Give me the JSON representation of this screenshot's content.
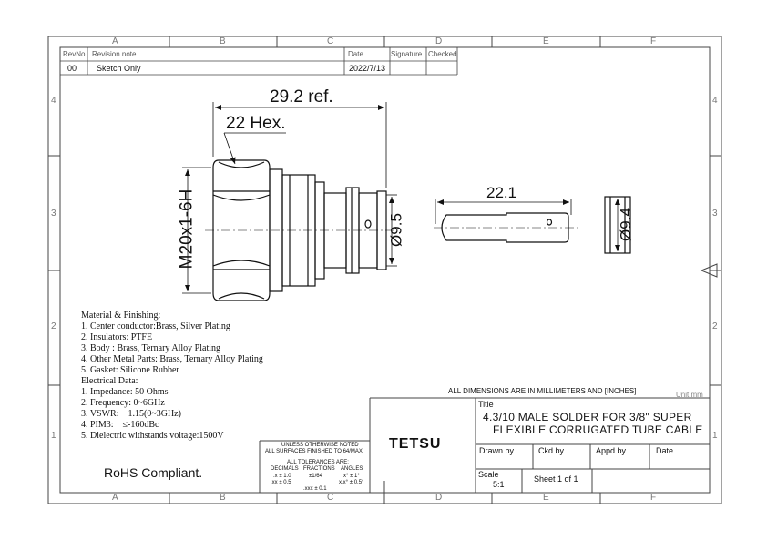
{
  "border": {
    "columns_top": [
      "A",
      "B",
      "C",
      "D",
      "E",
      "F"
    ],
    "columns_bottom": [
      "A",
      "B",
      "C",
      "D",
      "E",
      "F"
    ],
    "rows_left": [
      "4",
      "3",
      "2",
      "1"
    ],
    "rows_right": [
      "4",
      "3",
      "2",
      "1"
    ]
  },
  "revision_table": {
    "headers": {
      "rev_no": "RevNo",
      "note": "Revision note",
      "date": "Date",
      "signature": "Signature",
      "checked": "Checked"
    },
    "row": {
      "rev_no": "00",
      "note": "Sketch Only",
      "date": "2022/7/13",
      "signature": "",
      "checked": ""
    }
  },
  "dimensions": {
    "overall_length": "29.2 ref.",
    "hex": "22 Hex.",
    "thread": "M20x1-6H",
    "body_dia": "Ø9.5",
    "pin_length": "22.1",
    "ferrule_dia": "Ø9.4"
  },
  "specs": {
    "material_heading": "Material & Finishing:",
    "materials": [
      "1. Center conductor:Brass, Silver Plating",
      "2. Insulators: PTFE",
      "3. Body : Brass, Ternary Alloy Plating",
      "4. Other Metal Parts: Brass, Ternary Alloy Plating",
      "5. Gasket: Silicone Rubber"
    ],
    "electrical_heading": "Electrical Data:",
    "electrical": [
      "1. Impedance: 50 Ohms",
      "2. Frequency: 0~6GHz",
      "3. VSWR:    1.15(0~3GHz)",
      "4. PIM3:    ≤-160dBc",
      "5. Dielectric withstands voltage:1500V"
    ]
  },
  "rohs": "RoHS Compliant.",
  "title_block": {
    "dims_note": "ALL DIMENSIONS ARE IN MILLIMETERS AND [INCHES]",
    "unit": "Unit:mm",
    "title_label": "Title",
    "title_line1": "4.3/10 MALE SOLDER FOR 3/8\" SUPER",
    "title_line2": "FLEXIBLE CORRUGATED TUBE CABLE",
    "company": "TETSU",
    "drawn_by": "Drawn by",
    "ckd_by": "Ckd by",
    "appd_by": "Appd by",
    "date": "Date",
    "scale_label": "Scale",
    "scale_value": "5:1",
    "sheet": "Sheet 1 of 1",
    "tol_line1": "UNLESS OTHERWISE NOTED",
    "tol_line2": "ALL SURFACES FINISHED TO 64/MAX.",
    "tol_line3": "ALL TOLERANCES ARE:",
    "tol_decimals": "DECIMALS",
    "tol_fractions": "FRACTIONS",
    "tol_angles": "ANGLES",
    "tol_dec1": ".x ± 1.0",
    "tol_dec2": ".xx ± 0.5",
    "tol_frac": "±1/64",
    "tol_frac2": ".xxx ± 0.1",
    "tol_ang1": "x° ± 1°",
    "tol_ang2": "x.x° ± 0.5°"
  }
}
